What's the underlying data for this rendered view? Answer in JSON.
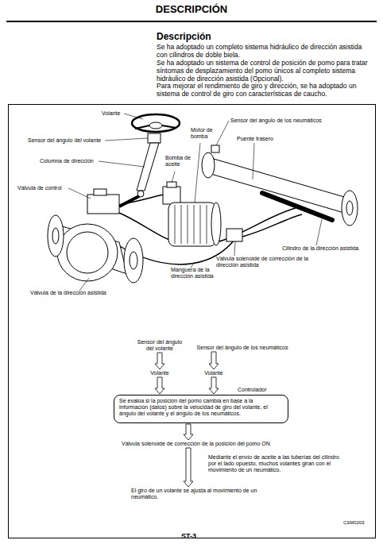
{
  "diagram": {
    "title": "DESCRIPCIÓN",
    "nodes": [
      {
        "text": [
          "Sensor del ángulo del volante"
        ]
      },
      {
        "text": [
          "Sensor del ángulo de los neumáticos"
        ]
      },
      {
        "text": [
          "Volante"
        ]
      },
      {
        "text": [
          "Volante"
        ]
      },
      {
        "text": [
          "Controlador",
          "Se evalúa si la posición del pomo cambia en base a la información (datos) sobre la velocidad de giro del volante, el ángulo del volante y el ángulo de los neumáticos."
        ]
      },
      {
        "text": [
          "Válvula solenoide de corrección de la posición del pomo ON"
        ]
      },
      {
        "text": [
          "El giro de un volante se ajusta al movimiento de un neumático."
        ]
      }
    ],
    "edges": [
      {
        "from": 0,
        "to": 2,
        "arrow": "to"
      },
      {
        "from": 1,
        "to": 3,
        "arrow": "to"
      },
      {
        "from": 2,
        "to": 4,
        "arrow": "to"
      },
      {
        "from": 3,
        "to": 4,
        "arrow": "to"
      },
      {
        "from": 4,
        "to": 5,
        "arrow": "to"
      },
      {
        "from": 5,
        "to": 6,
        "arrow": "to"
      }
    ],
    "labels": [
      "Descripción",
      "Se ha adoptado un completo sistema hidráulico de dirección asistida con cilindros de doble biela.",
      "Se ha adoptado un sistema de control de posición de pomo para tratar síntomas de desplazamiento del pomo únicos al completo sistema hidráulico de dirección asistida (Opcional).",
      "Para mejorar el rendimiento de giro y dirección, se ha adoptado un sistema de control de giro con características de caucho.",
      "Volante",
      "Sensor del ángulo del volante",
      "Motor de bomba",
      "Sensor del ángulo de los neumáticos",
      "Puente trasero",
      "Columna de dirección",
      "Bomba de aceite",
      "Válvula de control",
      "Cilindro de la dirección asistida",
      "Válvula solenoide de corrección de la dirección asistida",
      "Manguera de la dirección asistida",
      "Válvula de la dirección asistida",
      "Mediante el envío de aceite a las tuberías del cilindro por el lado opuesto, muchos volantes giran con el movimiento de un neumático.",
      "CSM0203",
      "ST-3"
    ]
  }
}
